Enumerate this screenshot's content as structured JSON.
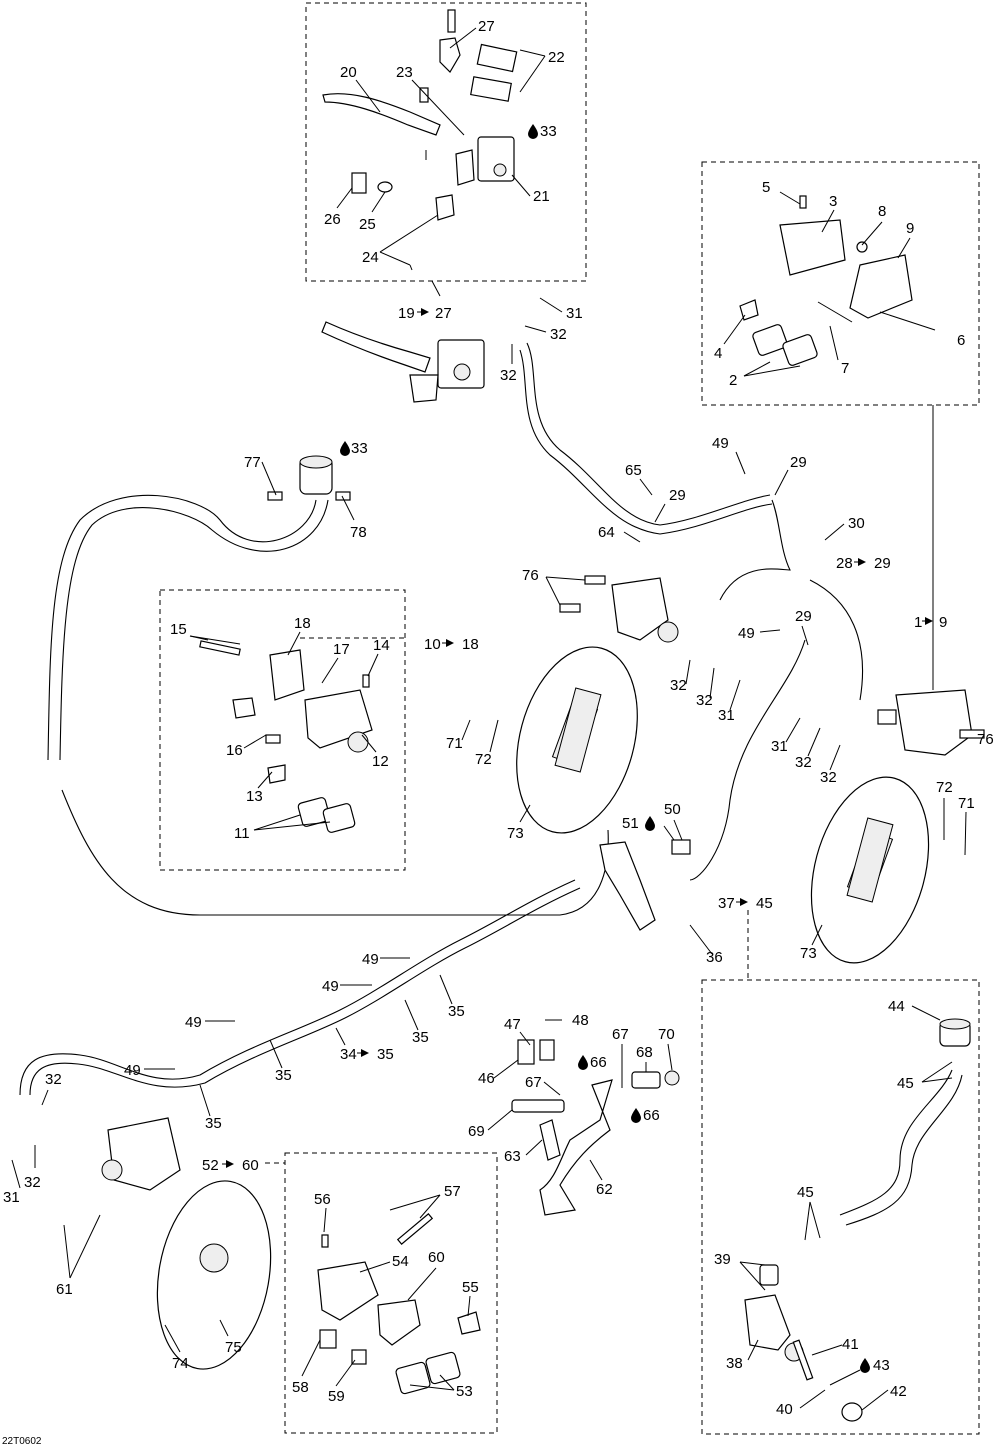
{
  "drawing_code": "22T0602",
  "callouts": {
    "c20": "20",
    "c27a": "27",
    "c22": "22",
    "c23": "23",
    "c33a": "33",
    "c21": "21",
    "c26": "26",
    "c25": "25",
    "c24": "24",
    "c19_27": "19",
    "c31a": "31",
    "c32a": "32",
    "c32b": "32",
    "c5": "5",
    "c3": "3",
    "c8": "8",
    "c9": "9",
    "c4": "4",
    "c6": "6",
    "c2": "2",
    "c7": "7",
    "c77": "77",
    "c33b": "33",
    "c78": "78",
    "c49a": "49",
    "c29a": "29",
    "c65": "65",
    "c29b": "29",
    "c64": "64",
    "c30": "30",
    "c28_29": "28",
    "c76a": "76",
    "c15": "15",
    "c18": "18",
    "c17": "17",
    "c14": "14",
    "c10_18": "10",
    "c16": "16",
    "c12": "12",
    "c13": "13",
    "c11": "11",
    "c71a": "71",
    "c72a": "72",
    "c73a": "73",
    "c32c": "32",
    "c32d": "32",
    "c31b": "31",
    "c49b": "49",
    "c29c": "29",
    "c1_9": "1",
    "c31c": "31",
    "c32e": "32",
    "c32f": "32",
    "c76b": "76",
    "c72b": "72",
    "c71b": "71",
    "c73b": "73",
    "c51": "51",
    "c50": "50",
    "c37_45": "37",
    "c36": "36",
    "c49c": "49",
    "c35a": "35",
    "c49d": "49",
    "c35b": "35",
    "c34_35": "34",
    "c49e": "49",
    "c35c": "35",
    "c49f": "49",
    "c35d": "35",
    "c48": "48",
    "c47": "47",
    "c66a": "66",
    "c67a": "67",
    "c68": "68",
    "c70": "70",
    "c46": "46",
    "c67b": "67",
    "c66b": "66",
    "c69": "69",
    "c63": "63",
    "c62": "62",
    "c32g": "32",
    "c32h": "32",
    "c31d": "31",
    "c52_60": "52",
    "c61": "61",
    "c75": "75",
    "c74": "74",
    "c56": "56",
    "c57": "57",
    "c54": "54",
    "c60": "60",
    "c55": "55",
    "c58": "58",
    "c59": "59",
    "c53": "53",
    "c44": "44",
    "c45a": "45",
    "c45b": "45",
    "c39": "39",
    "c41": "41",
    "c38": "38",
    "c43": "43",
    "c40": "40",
    "c42": "42"
  },
  "ranges": {
    "r19_27": "27",
    "r28_29": "29",
    "r1_9": "9",
    "r10_18": "18",
    "r37_45": "45",
    "r34_35": "35",
    "r52_60": "60"
  }
}
